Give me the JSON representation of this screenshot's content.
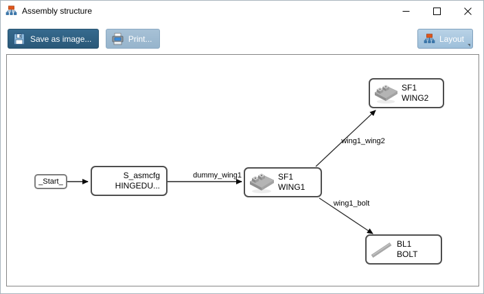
{
  "window": {
    "title": "Assembly structure"
  },
  "toolbar": {
    "save_label": "Save as image...",
    "print_label": "Print...",
    "layout_label": "Layout"
  },
  "colors": {
    "save_button_bg": "#2e5f80",
    "print_button_bg": "#9db9d0",
    "layout_button_bg": "#aac7df",
    "canvas_border": "#848484",
    "node_border": "#4d4d4d",
    "edge_color": "#3a3a3a",
    "tree_icon_orange": "#e0571c",
    "tree_icon_blue": "#2f6a9e"
  },
  "icons": {
    "app": "org-chart-icon",
    "save": "floppy-disk-icon",
    "print": "printer-icon",
    "layout": "org-chart-icon",
    "wing_part": "hinge-part-icon",
    "bolt_part": "bolt-part-icon"
  },
  "diagram": {
    "nodes": {
      "start": {
        "label": "_Start_"
      },
      "asmcfg": {
        "line1": "S_asmcfg",
        "line2": "HINGEDU..."
      },
      "wing1": {
        "line1": "SF1",
        "line2": "WING1"
      },
      "wing2": {
        "line1": "SF1",
        "line2": "WING2"
      },
      "bolt": {
        "line1": "BL1",
        "line2": "BOLT"
      }
    },
    "edges": {
      "start_asmcfg": {
        "label": ""
      },
      "dummy_wing1": {
        "label": "dummy_wing1"
      },
      "wing1_wing2": {
        "label": "wing1_wing2"
      },
      "wing1_bolt": {
        "label": "wing1_bolt"
      }
    }
  }
}
